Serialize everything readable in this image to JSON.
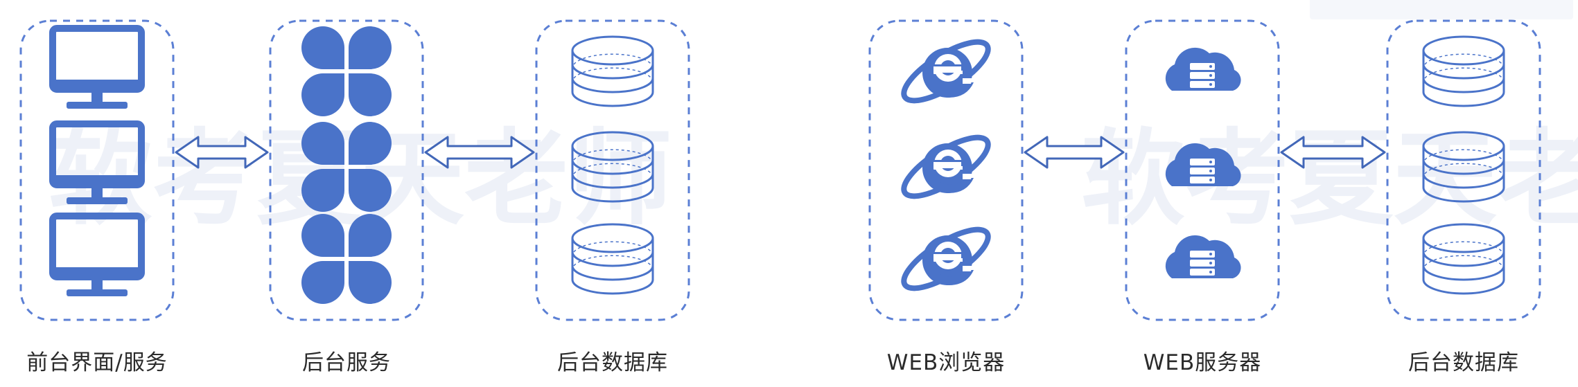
{
  "colors": {
    "accent": "#4a73c9",
    "dash": "#5b7fd4",
    "arrow": "#4267b8",
    "label": "#2b2b2b"
  },
  "left_diagram": {
    "nodes": [
      {
        "id": "client",
        "label": "前台界面/服务",
        "icon": "monitor-icon",
        "count": 3
      },
      {
        "id": "service",
        "label": "后台服务",
        "icon": "clover-icon",
        "count": 3
      },
      {
        "id": "database",
        "label": "后台数据库",
        "icon": "database-icon",
        "count": 3
      }
    ],
    "arrows": [
      {
        "from": "client",
        "to": "service",
        "direction": "bidirectional"
      },
      {
        "from": "service",
        "to": "database",
        "direction": "bidirectional"
      }
    ]
  },
  "right_diagram": {
    "nodes": [
      {
        "id": "browser",
        "label": "WEB浏览器",
        "icon": "ie-browser-icon",
        "count": 3
      },
      {
        "id": "webserver",
        "label": "WEB服务器",
        "icon": "cloud-server-icon",
        "count": 3
      },
      {
        "id": "database",
        "label": "后台数据库",
        "icon": "database-icon",
        "count": 3
      }
    ],
    "arrows": [
      {
        "from": "browser",
        "to": "webserver",
        "direction": "bidirectional"
      },
      {
        "from": "webserver",
        "to": "database",
        "direction": "bidirectional"
      }
    ]
  },
  "watermark": {
    "text_left": "软考夏天老师",
    "text_right": "软考夏天老"
  }
}
